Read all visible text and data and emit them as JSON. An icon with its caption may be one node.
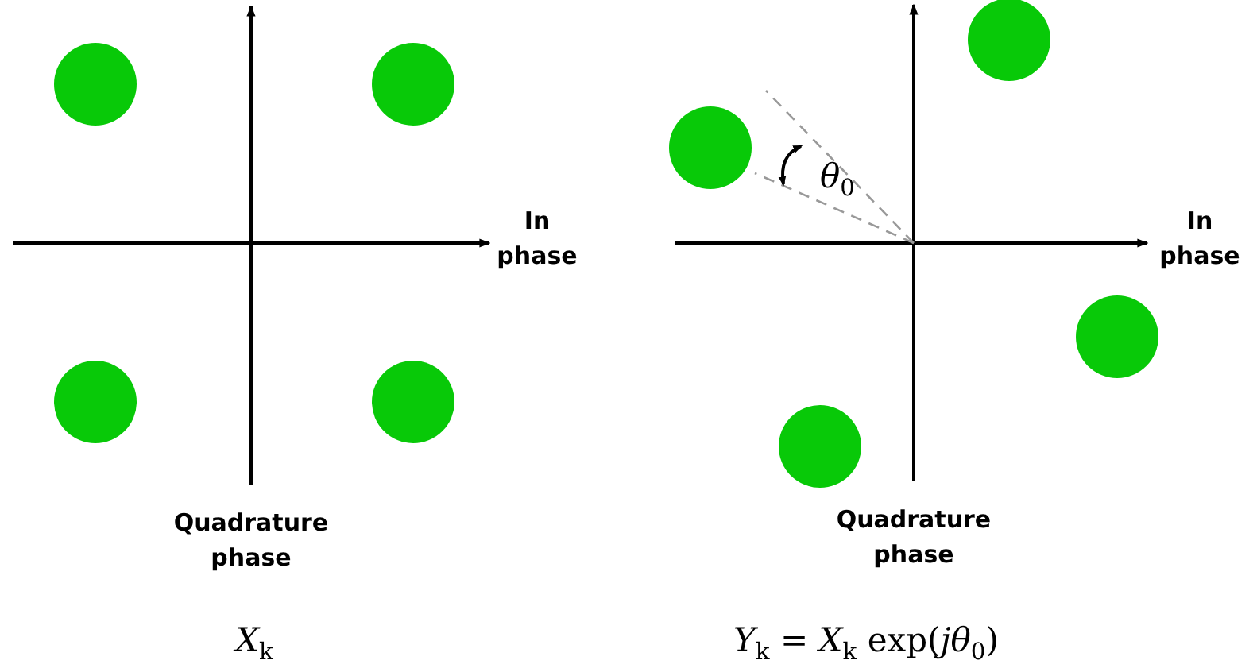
{
  "diagram": {
    "nodes": [
      {
        "text": [],
        "shape": "circle"
      },
      {
        "text": [],
        "shape": "circle"
      },
      {
        "text": [],
        "shape": "circle"
      },
      {
        "text": [],
        "shape": "circle"
      },
      {
        "text": [],
        "shape": "circle"
      },
      {
        "text": [],
        "shape": "circle"
      },
      {
        "text": [],
        "shape": "circle"
      },
      {
        "text": [],
        "shape": "circle"
      }
    ],
    "labels": [
      "*θ*$_{0}$",
      "In phase",
      "In phase",
      "Quadrature phase",
      "Quadrature phase",
      "*X*$_{k}$",
      "*Y*$_{k}$ = *X*$_{k}$ exp(*jθ*$_{0}$)"
    ]
  }
}
